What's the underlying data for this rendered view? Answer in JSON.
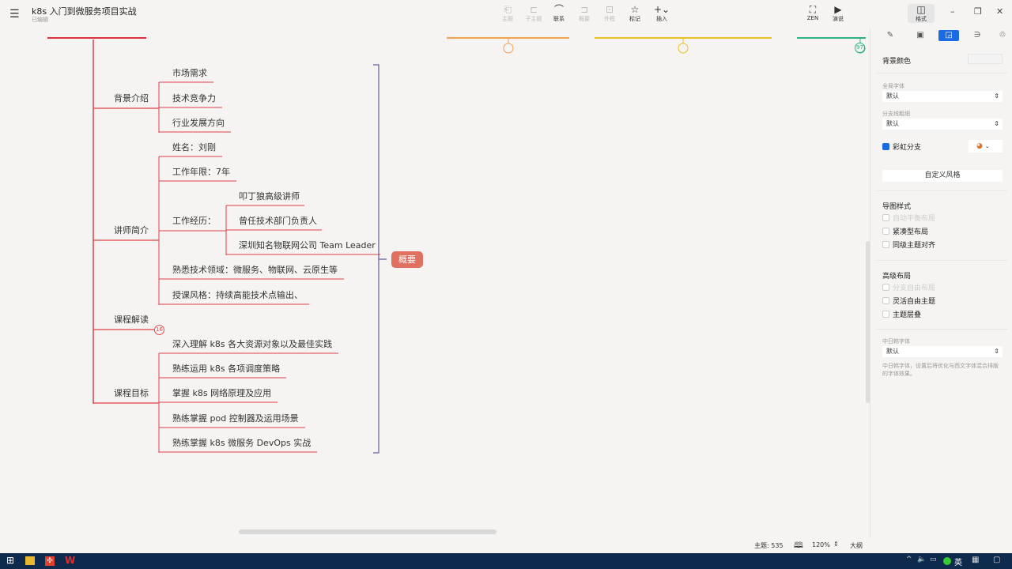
{
  "header": {
    "title": "k8s 入门到微服务项目实战",
    "subtitle": "已编辑",
    "menu_icon": "hamburger-icon"
  },
  "toolbar": [
    {
      "label": "主题",
      "icon": "topic-icon",
      "disabled": true
    },
    {
      "label": "子主题",
      "icon": "subtopic-icon",
      "disabled": true
    },
    {
      "label": "联系",
      "icon": "relation-icon",
      "disabled": false
    },
    {
      "label": "概要",
      "icon": "summary-icon",
      "disabled": true
    },
    {
      "label": "外框",
      "icon": "boundary-icon",
      "disabled": true
    },
    {
      "label": "标记",
      "icon": "star-icon",
      "disabled": false
    },
    {
      "label": "插入",
      "icon": "plus-icon",
      "disabled": false
    }
  ],
  "toolbar_right": [
    {
      "label": "ZEN",
      "icon": "fullscreen-icon"
    },
    {
      "label": "演说",
      "icon": "play-icon"
    },
    {
      "label": "格式",
      "icon": "panel-icon"
    }
  ],
  "mindmap": {
    "branches": [
      {
        "label": "背景介绍",
        "children": [
          {
            "label": "市场需求"
          },
          {
            "label": "技术竞争力"
          },
          {
            "label": "行业发展方向"
          }
        ]
      },
      {
        "label": "讲师简介",
        "children": [
          {
            "label": "姓名：刘刚"
          },
          {
            "label": "工作年限：7年"
          },
          {
            "label": "工作经历：",
            "children": [
              {
                "label": "叩丁狼高级讲师"
              },
              {
                "label": "曾任技术部门负责人"
              },
              {
                "label": "深圳知名物联网公司 Team Leader"
              }
            ]
          },
          {
            "label": "熟悉技术领域：微服务、物联网、云原生等"
          },
          {
            "label": "授课风格：持续高能技术点输出、"
          }
        ]
      },
      {
        "label": "课程解读",
        "collapsed_count": "16",
        "children": []
      },
      {
        "label": "课程目标",
        "children": [
          {
            "label": "深入理解 k8s 各大资源对象以及最佳实践"
          },
          {
            "label": "熟练运用 k8s 各项调度策略"
          },
          {
            "label": "掌握 k8s 网络原理及应用"
          },
          {
            "label": "熟练掌握 pod 控制器及运用场景"
          },
          {
            "label": "熟练掌握 k8s 微服务 DevOps 实战"
          }
        ]
      }
    ],
    "summary": "概要",
    "top_badge": "97",
    "branch_color": "#e0404a",
    "top_colors": [
      "#e03040",
      "#f0a050",
      "#e8c020",
      "#30b080"
    ]
  },
  "panel": {
    "bg_color_label": "背景颜色",
    "global_font_label": "全局字体",
    "global_font_value": "默认",
    "branch_width_label": "分支线粗细",
    "branch_width_value": "默认",
    "rainbow_label": "彩虹分支",
    "rainbow_checked": true,
    "custom_style": "自定义风格",
    "map_style_title": "导图样式",
    "map_style_options": [
      {
        "label": "自动平衡布局",
        "disabled": true
      },
      {
        "label": "紧凑型布局"
      },
      {
        "label": "同级主题对齐"
      }
    ],
    "advanced_title": "高级布局",
    "advanced_options": [
      {
        "label": "分支自由布局",
        "disabled": true
      },
      {
        "label": "灵活自由主题"
      },
      {
        "label": "主题层叠"
      }
    ],
    "cjk_font_label": "中日韩字体",
    "cjk_font_value": "默认",
    "cjk_note": "中日韩字体，设置后将优化与西文字体混合排版的字体效果。",
    "accent": "#1a6be0"
  },
  "status": {
    "topics": "主题: 535",
    "zoom": "120%",
    "outline": "大纲"
  },
  "taskbar": {
    "ime": "英"
  }
}
